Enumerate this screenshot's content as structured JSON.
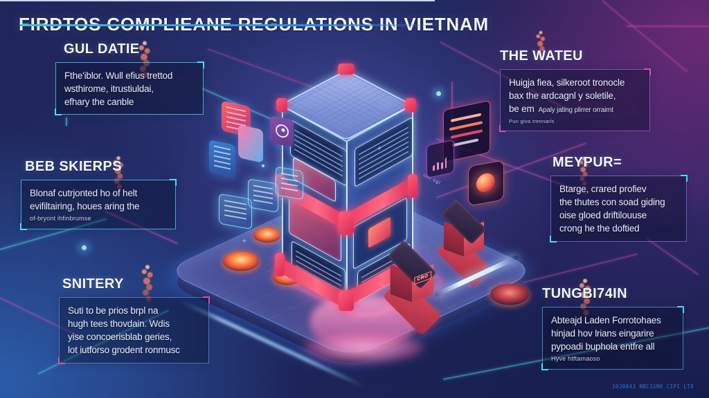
{
  "title": {
    "text": "FIRDTOS COMPLIEANE REGULATIONS IN VIETNAM"
  },
  "callouts": [
    {
      "id": "gul-datie",
      "heading": "GUL DATIE",
      "lines": [
        "Fthe'iblor. Wull efius trettod",
        "wsthirome, itrustiuldai,",
        "efhary the canble"
      ]
    },
    {
      "id": "beb-skierps",
      "heading": "BEB SKIERPS",
      "lines": [
        "Blonaf cutrjonted ho of helt",
        "evifiltairing, houes aring the"
      ],
      "small": "of-bryont ihfinbrumse"
    },
    {
      "id": "snitery",
      "heading": "SNITERY",
      "lines": [
        "Suti to be prios brpl na",
        "hugh tees thovdain. Wdis",
        "yise concoerisblab geries,",
        "lot iutforso grodent ronmusc"
      ]
    },
    {
      "id": "the-wateu",
      "heading": "THE WATEU",
      "lines": [
        "Huigja fiea, silkeroot tronocle",
        "bax the ardcagnl y soletile,"
      ],
      "lead": "be em",
      "inline_small": "Apaly jating plirrer orraimt",
      "small": "Pun giva trennarls"
    },
    {
      "id": "meypur",
      "heading": "MEYPUR=",
      "lines": [
        "Btarge, crared profiev",
        "the thutes con soad giding",
        "oise gloed driftilouuse",
        "crong he the doftied"
      ]
    },
    {
      "id": "tungbi74in",
      "heading": "TUNGBI74IN",
      "lines": [
        "Abteajd Laden Forrotohaes",
        "hinjad hov lrians eingarire",
        "pypoadi buphola entfre all"
      ],
      "small": "Hyve htftamaoso"
    }
  ],
  "illustration": {
    "crate_label": "CRO",
    "edge_label": "cuc ogl"
  },
  "footer": {
    "code": "10J0843 NBCIGNK CIPI LT8"
  },
  "colors": {
    "accent_cyan": "#4fd8e8",
    "accent_magenta": "#d84fb0",
    "accent_red": "#e8365f",
    "accent_orange": "#ff8a4d",
    "title_underline": "#2fb9cf",
    "footer_code": "#2e7fd8"
  }
}
